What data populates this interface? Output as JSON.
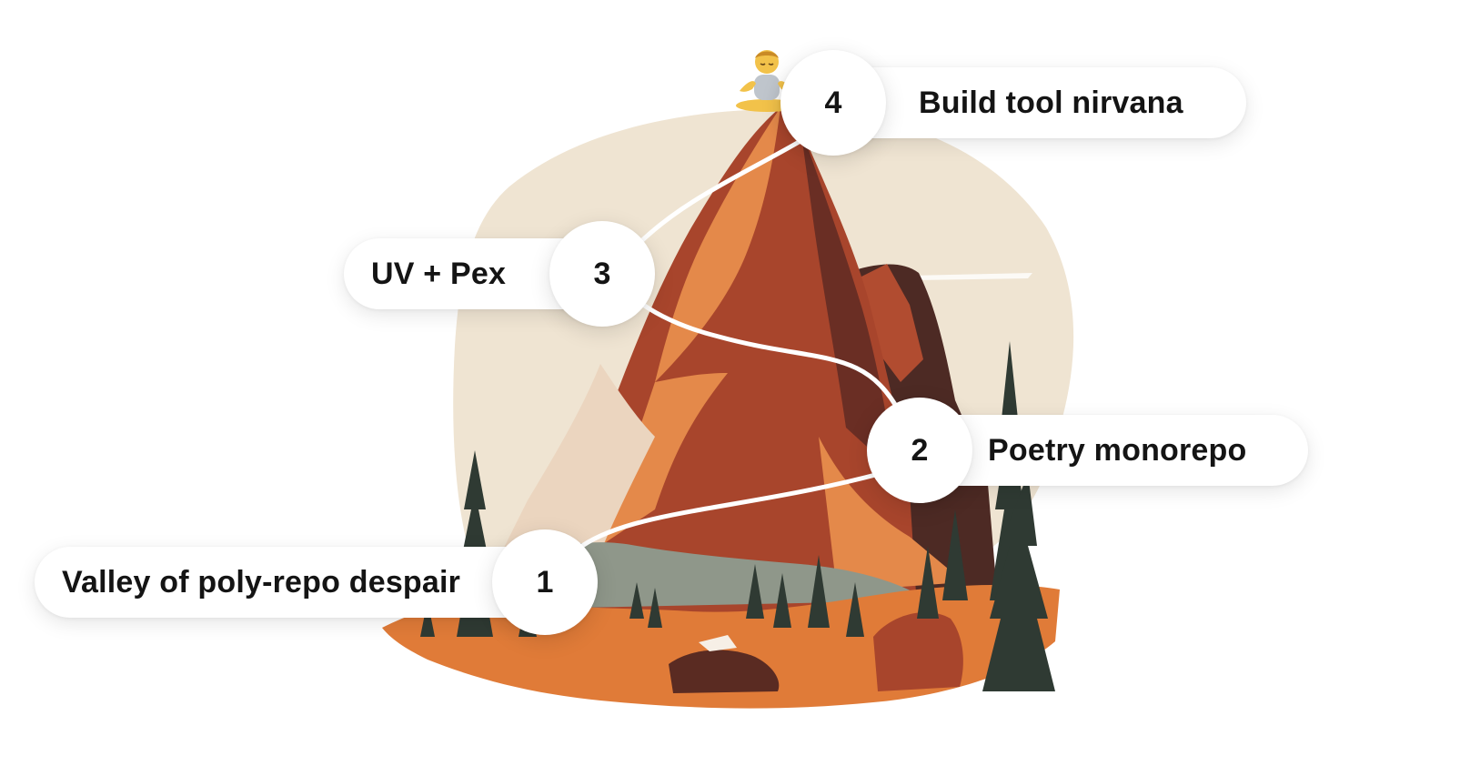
{
  "milestones": [
    {
      "number": "1",
      "label": "Valley of poly-repo despair"
    },
    {
      "number": "2",
      "label": "Poetry monorepo"
    },
    {
      "number": "3",
      "label": "UV + Pex"
    },
    {
      "number": "4",
      "label": "Build tool nirvana"
    }
  ],
  "icons": {
    "summit": "person-in-lotus-position-icon"
  },
  "colors": {
    "sky": "#efe4d2",
    "rock_orange": "#e4894a",
    "rock_red": "#a8452c",
    "rock_dark": "#5a2b22",
    "rock_light": "#ebd5bf",
    "ground_orange": "#e07b38",
    "tree_green": "#2f3a33",
    "sage": "#8f978a",
    "path": "#ffffff",
    "badge": "#ffffff",
    "text": "#141414"
  }
}
